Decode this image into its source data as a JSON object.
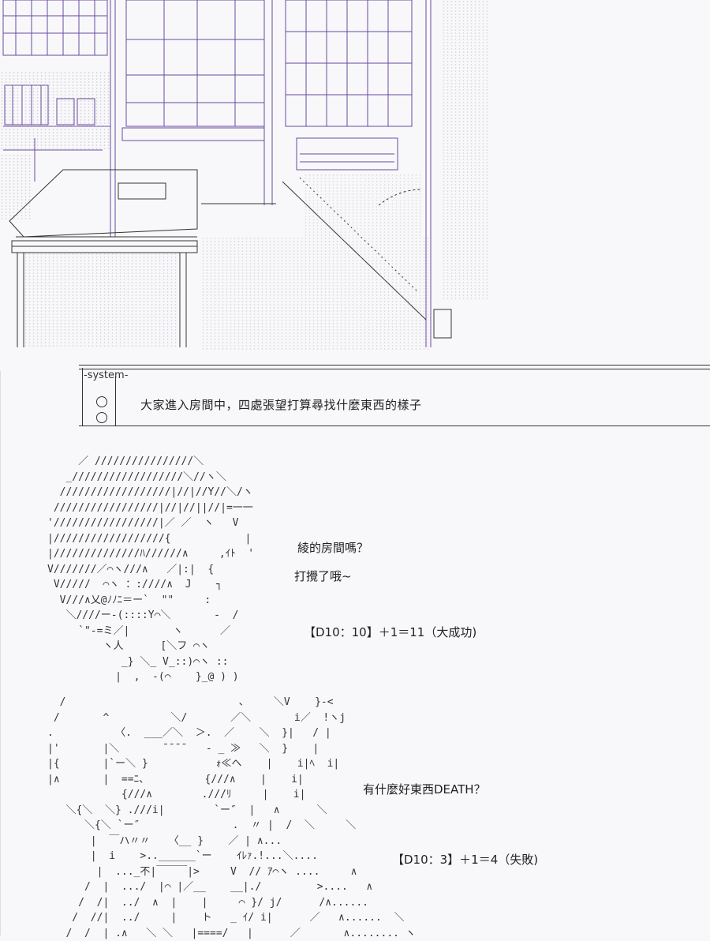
{
  "system": {
    "label": "-system-",
    "message": "大家進入房間中，四處張望打算尋找什麼東西的樣子"
  },
  "scene1": {
    "line1": "綾的房間嗎？",
    "line2": "打攪了哦~",
    "roll": "【D10：10】＋1＝11（大成功)"
  },
  "scene2": {
    "line1": "有什麼好東西DEATH？",
    "roll": "【D10：3】＋1＝4（失敗)"
  }
}
